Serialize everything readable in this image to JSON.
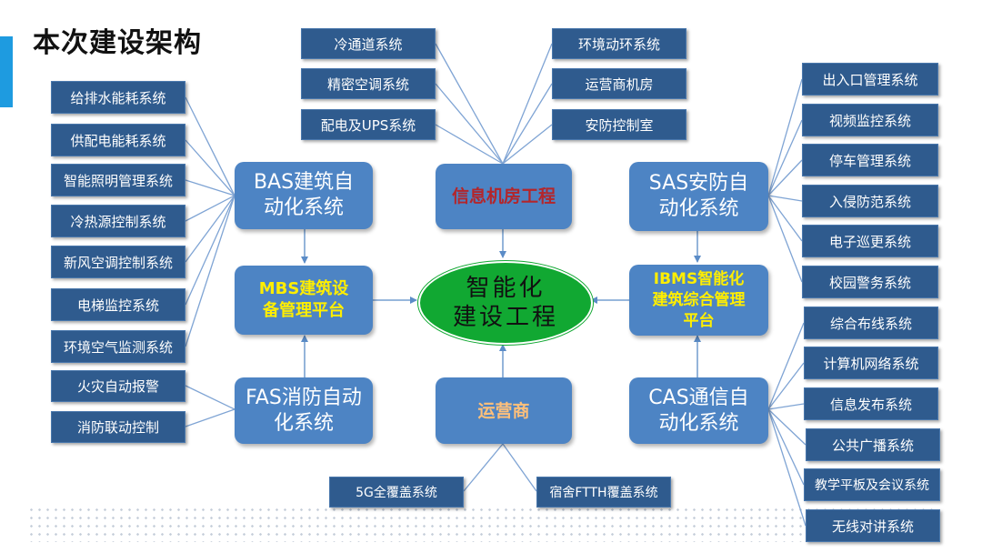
{
  "header": {
    "title": "本次建设架构"
  },
  "colors": {
    "leaf_bg": "#2f5b8e",
    "hub_bg": "#4d84c4",
    "center_bg": "#11a832",
    "line": "#5b8cc7",
    "accent": "#1e9be0"
  },
  "center": {
    "line1": "智能化",
    "line2": "建设工程"
  },
  "hubs": {
    "bas": {
      "line1": "BAS建筑自",
      "line2": "动化系统"
    },
    "datacenter": {
      "label": "信息机房工程"
    },
    "sas": {
      "line1": "SAS安防自",
      "line2": "动化系统"
    },
    "mbs": {
      "line1": "MBS建筑设",
      "line2": "备管理平台"
    },
    "ibms": {
      "line1": "IBMS智能化",
      "line2": "建筑综合管理",
      "line3": "平台"
    },
    "fas": {
      "line1": "FAS消防自动",
      "line2": "化系统"
    },
    "carrier": {
      "label": "运营商"
    },
    "cas": {
      "line1": "CAS通信自",
      "line2": "动化系统"
    }
  },
  "bas_items": [
    "给排水能耗系统",
    "供配电能耗系统",
    "智能照明管理系统",
    "冷热源控制系统",
    "新风空调控制系统",
    "电梯监控系统",
    "环境空气监测系统"
  ],
  "fas_items": [
    "火灾自动报警",
    "消防联动控制"
  ],
  "datacenter_left": [
    "冷通道系统",
    "精密空调系统",
    "配电及UPS系统"
  ],
  "datacenter_right": [
    "环境动环系统",
    "运营商机房",
    "安防控制室"
  ],
  "sas_items": [
    "出入口管理系统",
    "视频监控系统",
    "停车管理系统",
    "入侵防范系统",
    "电子巡更系统",
    "校园警务系统"
  ],
  "cas_items": [
    "综合布线系统",
    "计算机网络系统",
    "信息发布系统",
    "公共广播系统",
    "教学平板及会议系统",
    "无线对讲系统"
  ],
  "carrier_items": [
    "5G全覆盖系统",
    "宿舍FTTH覆盖系统"
  ]
}
